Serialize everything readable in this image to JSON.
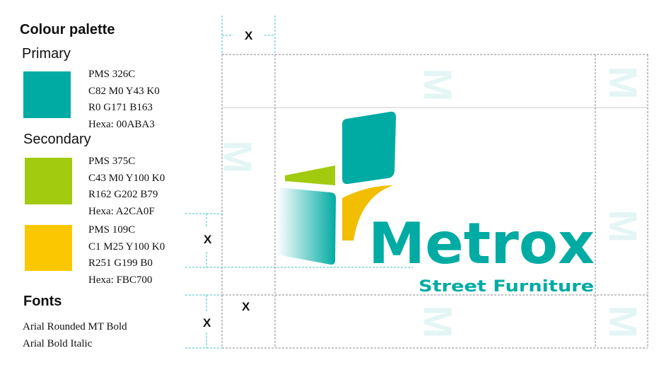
{
  "palette": {
    "title": "Colour palette",
    "primary_label": "Primary",
    "secondary_label": "Secondary",
    "colors": [
      {
        "hex": "#00ABA3",
        "pms": "PMS 326C",
        "cmyk": "C82 M0 Y43 K0",
        "rgb": "R0 G171 B163",
        "hexa": "Hexa: 00ABA3"
      },
      {
        "hex": "#A2CA0F",
        "pms": "PMS 375C",
        "cmyk": "C43 M0 Y100 K0",
        "rgb": "R162 G202 B79",
        "hexa": "Hexa: A2CA0F"
      },
      {
        "hex": "#FBC700",
        "pms": "PMS 109C",
        "cmyk": "C1 M25 Y100 K0",
        "rgb": "R251 G199 B0",
        "hexa": "Hexa: FBC700"
      }
    ]
  },
  "fonts": {
    "title": "Fonts",
    "items": [
      "Arial Rounded MT Bold",
      "Arial Bold Italic"
    ]
  },
  "logo": {
    "name": "Metrox",
    "tagline": "Street Furniture",
    "watermark_letter": "M",
    "clearspace_label": "X"
  }
}
